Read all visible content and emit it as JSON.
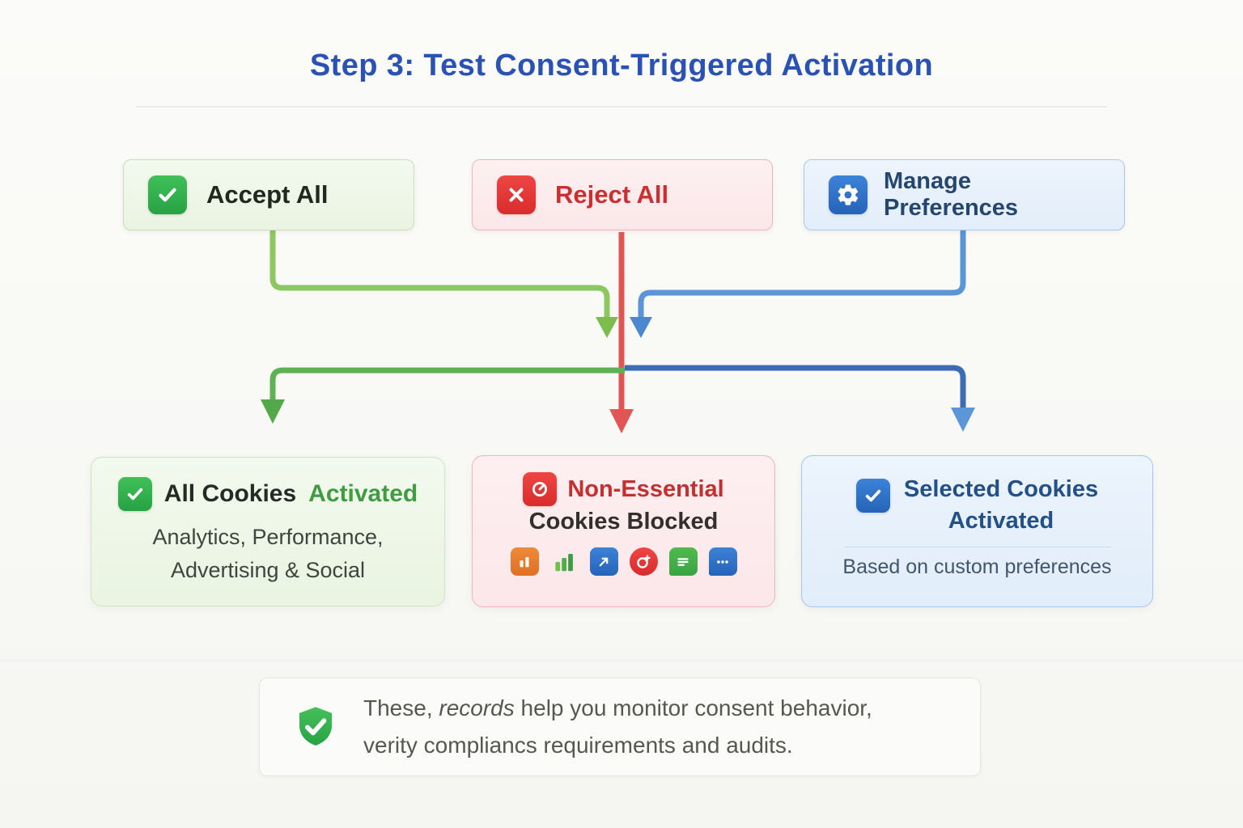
{
  "title": "Step 3: Test Consent-Triggered Activation",
  "colors": {
    "title_blue": "#2a51b4",
    "green": "#34a853",
    "red": "#dd3b3b",
    "blue": "#2f6fd0",
    "light_green_bg": "#eff7e9",
    "light_red_bg": "#fdeef0",
    "light_blue_bg": "#eaf2fb"
  },
  "top_boxes": {
    "accept": {
      "icon": "check-icon",
      "label": "Accept All"
    },
    "reject": {
      "icon": "x-icon",
      "label": "Reject All"
    },
    "manage": {
      "icon": "gear-icon",
      "label": "Manage Preferences"
    }
  },
  "outcome_boxes": {
    "all_cookies": {
      "icon": "check-icon",
      "title_dark": "All Cookies",
      "title_accent": "Activated",
      "detail_line1": "Analytics, Performance,",
      "detail_line2": "Advertising & Social"
    },
    "blocked": {
      "icon": "gauge-icon",
      "title_accent": "Non-Essential",
      "title_dark": "Cookies Blocked",
      "icons": [
        "orange-bar-chart-icon",
        "green-bar-chart-icon",
        "share-arrow-icon",
        "ad-target-icon",
        "green-comment-icon",
        "blue-chat-icon"
      ]
    },
    "selected": {
      "icon": "check-icon",
      "title_line1": "Selected Cookies",
      "title_line2": "Activated",
      "subtitle": "Based on custom preferences"
    }
  },
  "footer": {
    "icon": "shield-check-icon",
    "line1_prefix": "These, ",
    "line1_italic": "records",
    "line1_suffix": " help you monitor consent behavior,",
    "line2": "verity compliancs requirements and audits."
  }
}
